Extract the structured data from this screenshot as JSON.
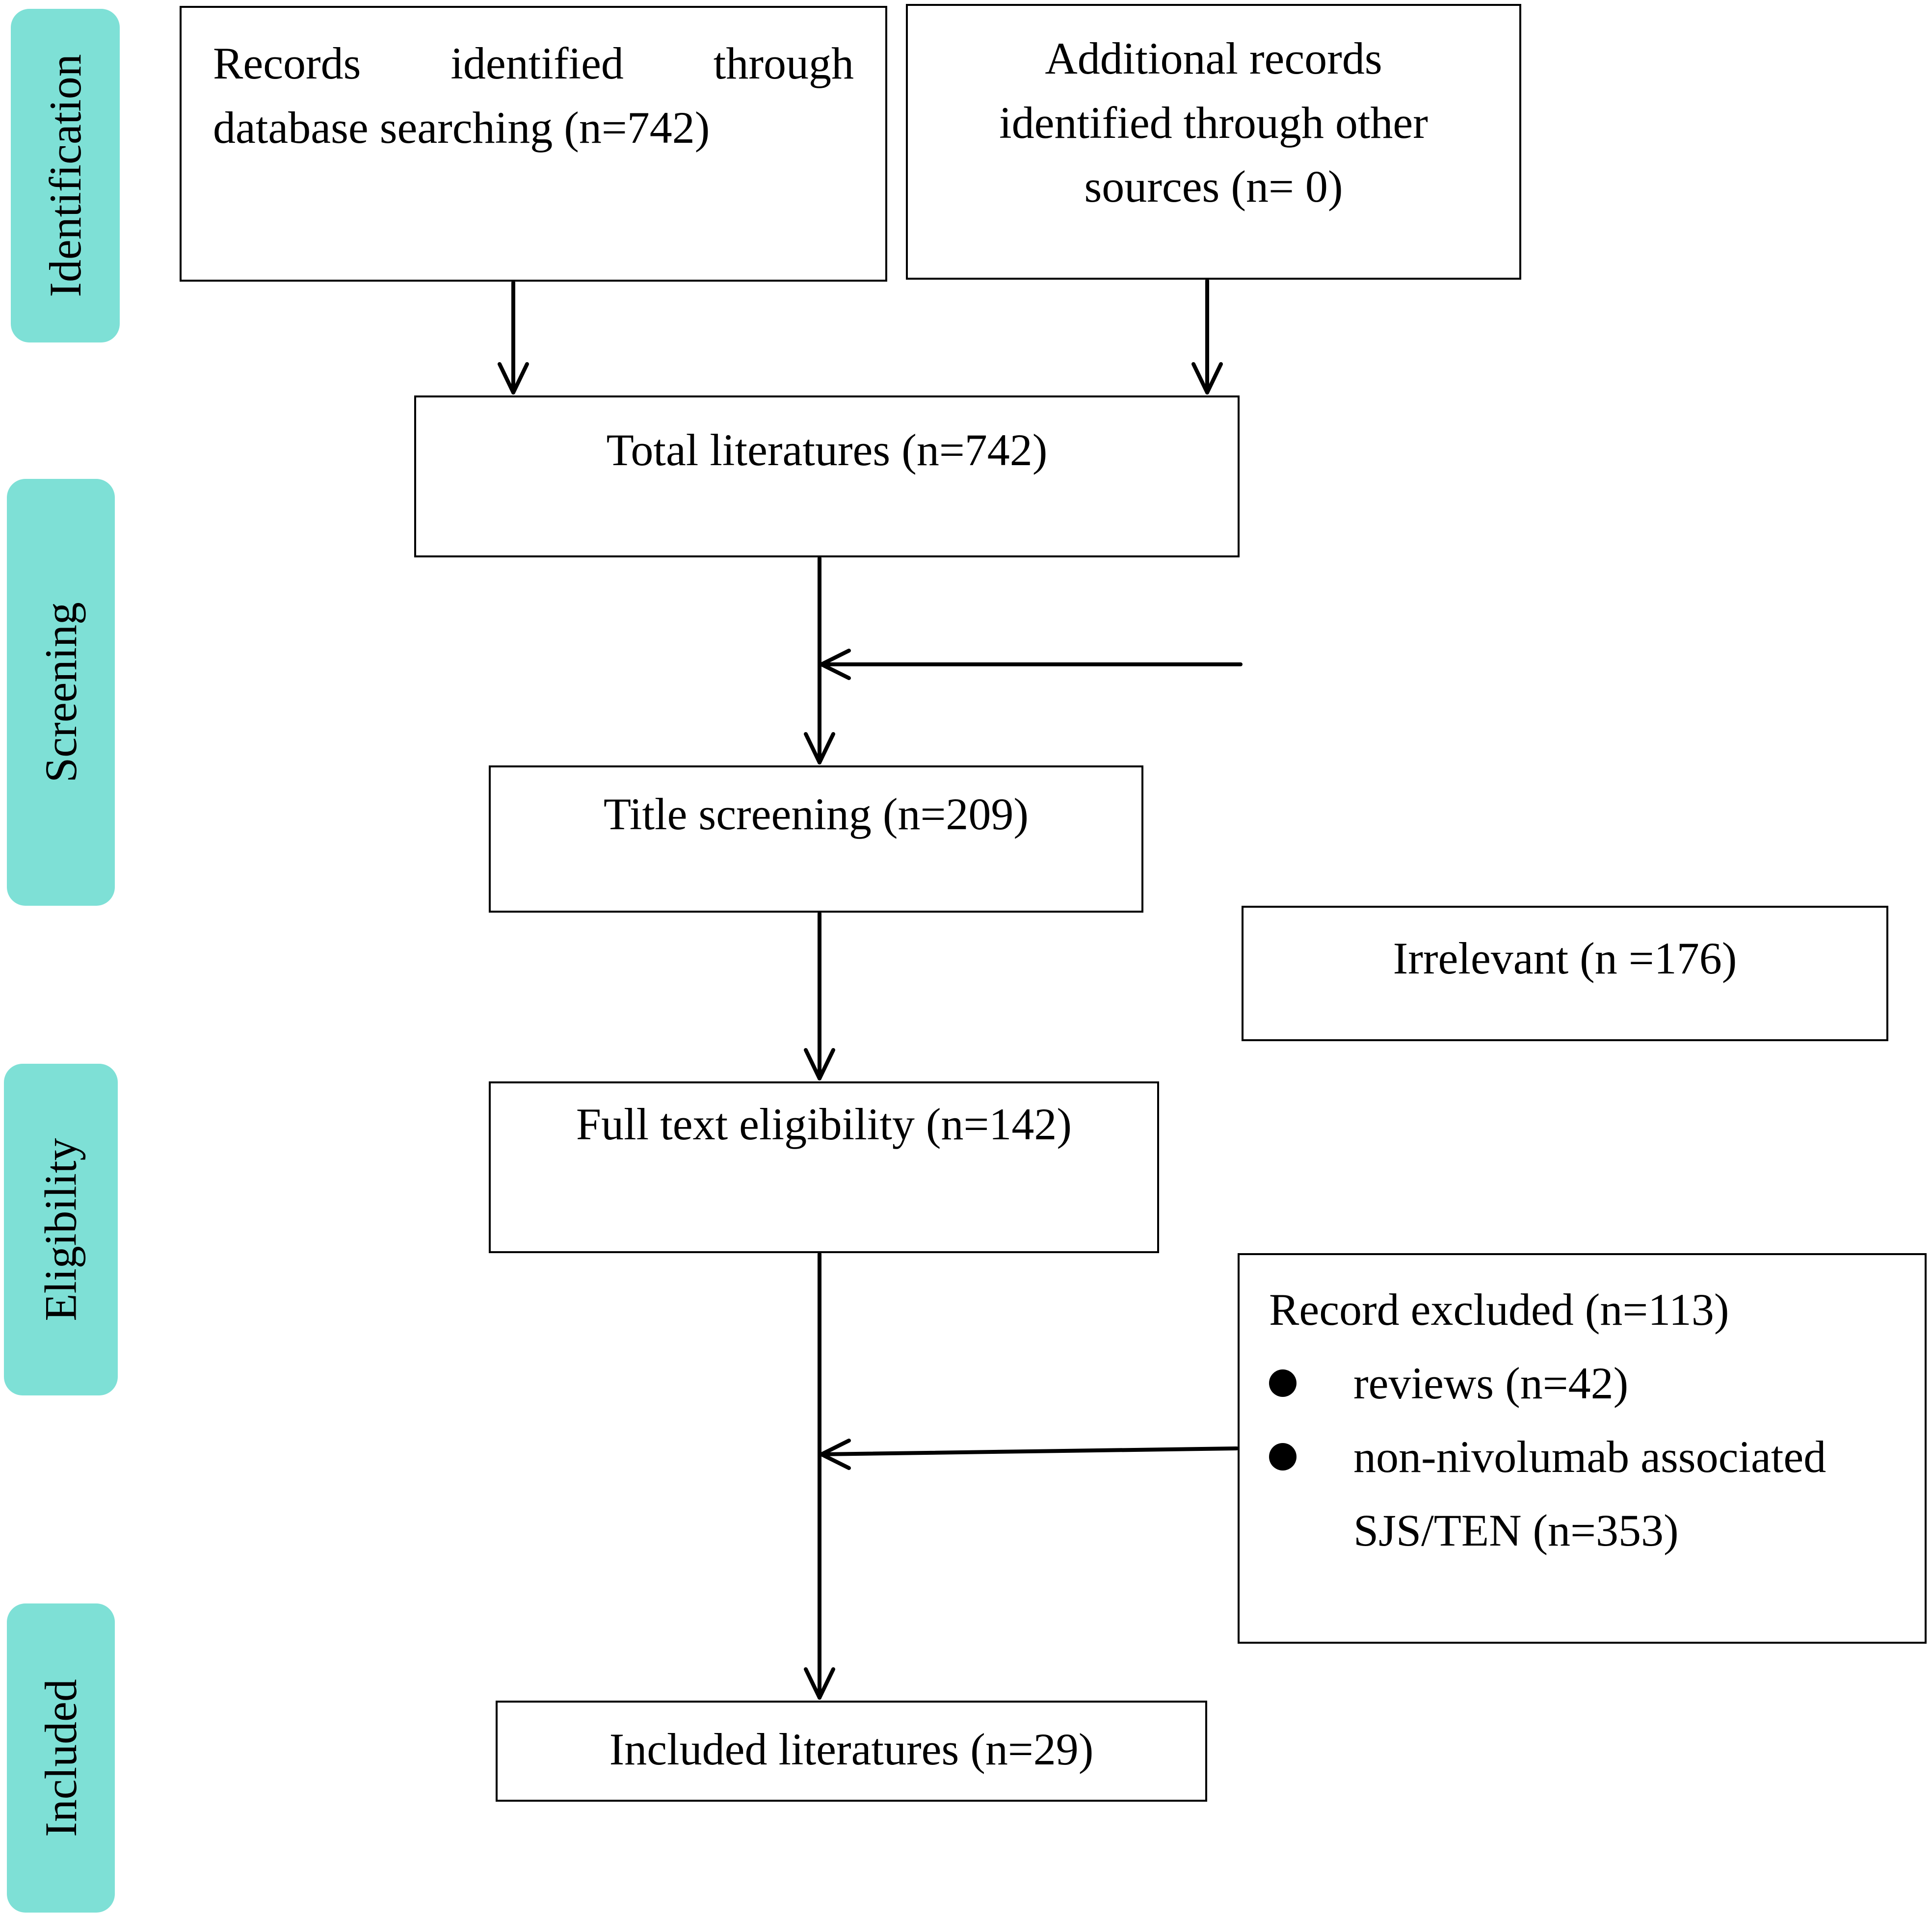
{
  "colors": {
    "phase_fill": "#7EE0D6",
    "border": "#000000",
    "background": "#FFFFFF"
  },
  "phases": {
    "identification": "Identification",
    "screening": "Screening",
    "eligibility": "Eligibility",
    "included": "Included"
  },
  "boxes": {
    "database": {
      "line1": "Records identified through",
      "line2": "database searching (n=742)"
    },
    "other_sources": {
      "line1": "Additional records",
      "line2": "identified through other",
      "line3": "sources (n= 0)"
    },
    "total": "Total literatures (n=742)",
    "title_screening": "Title screening (n=209)",
    "irrelevant": "Irrelevant (n =176)",
    "full_text": "Full text eligibility (n=142)",
    "excluded": {
      "header": "Record excluded (n=113)",
      "bullet1": "reviews (n=42)",
      "bullet2_line1": "non-nivolumab associated",
      "bullet2_line2": "SJS/TEN (n=353)"
    },
    "included": "Included literatures (n=29)"
  }
}
